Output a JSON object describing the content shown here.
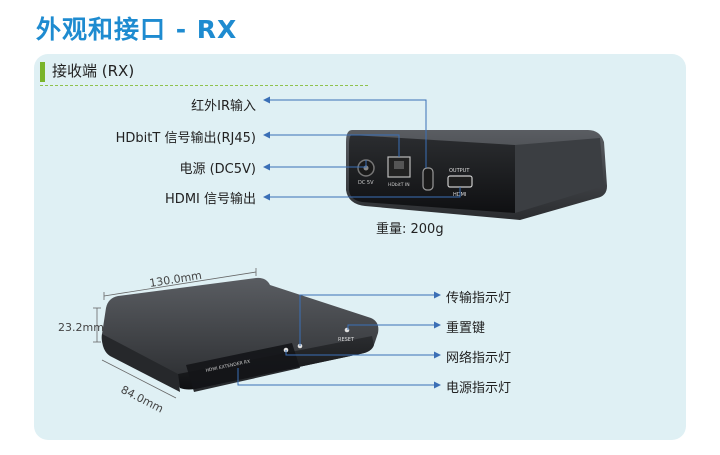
{
  "header": {
    "title": "外观和接口 - RX"
  },
  "section": {
    "title": "接收端 (RX)"
  },
  "rear_panel": {
    "callouts": [
      "红外IR输入",
      "HDbitT 信号输出(RJ45)",
      "电源 (DC5V)",
      "HDMI 信号输出"
    ],
    "port_labels": {
      "dc": "DC 5V",
      "hdbitt": "HDbitT IN",
      "hdmi_top": "OUTPUT",
      "hdmi": "HDMI"
    },
    "weight": "重量: 200g"
  },
  "front_panel": {
    "dimensions": {
      "length": "130.0mm",
      "height": "23.2mm",
      "depth": "84.0mm"
    },
    "callouts": [
      "传输指示灯",
      "重置键",
      "网络指示灯",
      "电源指示灯"
    ],
    "labels": {
      "reset": "RESET",
      "brand": "HDMI EXTENDER RX"
    }
  },
  "colors": {
    "title": "#1e8bd0",
    "accent_green": "#79b42a",
    "panel_bg": "#dff0f4",
    "leader": "#3a6fb6"
  }
}
